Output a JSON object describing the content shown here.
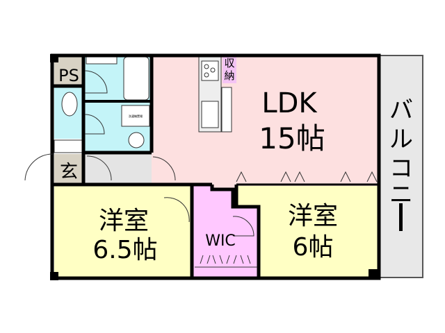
{
  "rooms": {
    "ps": {
      "label": "PS",
      "color": "#d8d2c4"
    },
    "genkan": {
      "label": "玄",
      "color": "#d8d2c4"
    },
    "storage": {
      "label_line1": "収",
      "label_line2": "納",
      "color": "#f4c4f4"
    },
    "ldk": {
      "label_line1": "LDK",
      "label_line2": "15帖",
      "color": "#fde0e0"
    },
    "western_a": {
      "label_line1": "洋室",
      "label_line2": "6.5帖",
      "color": "#ffffc4"
    },
    "wic": {
      "label": "WIC",
      "color": "#ffc8ff"
    },
    "western_b": {
      "label_line1": "洋室",
      "label_line2": "6帖",
      "color": "#ffffc4"
    },
    "balcony": {
      "label_chars": [
        "バ",
        "ル",
        "コ",
        "ニ",
        "ー"
      ],
      "color": "#e8e8e8"
    },
    "wet_area": {
      "color": "#c4f4f8"
    },
    "hall": {
      "color": "#e4e4e4"
    },
    "washer": {
      "label": "洗濯機置場"
    }
  }
}
